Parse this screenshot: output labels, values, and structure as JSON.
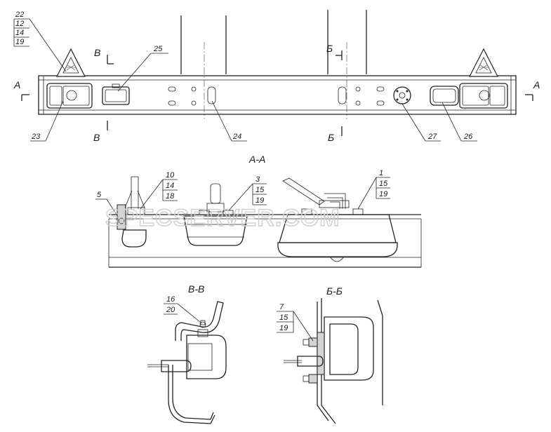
{
  "sections": {
    "aa": "А-А",
    "vv": "В-В",
    "bb": "Б-Б"
  },
  "cut_letters": {
    "a": "А",
    "v": "В",
    "b": "Б"
  },
  "parts": {
    "p22": "22",
    "p12a": "12",
    "p14a": "14",
    "p19a": "19",
    "p25": "25",
    "p23": "23",
    "p24": "24",
    "p27": "27",
    "p26": "26",
    "p10": "10",
    "p14b": "14",
    "p18": "18",
    "p5": "5",
    "p3": "3",
    "p15a": "15",
    "p19b": "19",
    "p1": "1",
    "p15b": "15",
    "p19c": "19",
    "p16": "16",
    "p20": "20",
    "p7": "7",
    "p15c": "15",
    "p19d": "19"
  },
  "watermark": "SPECSERVER.COM"
}
